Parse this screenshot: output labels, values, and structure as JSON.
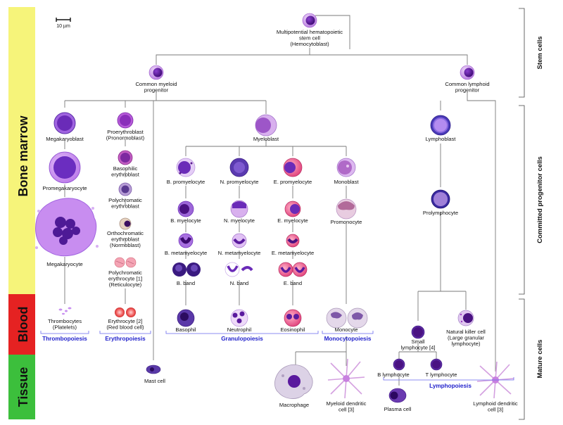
{
  "scale_bar": "10 µm",
  "bands": {
    "marrow": "Bone marrow",
    "blood": "Blood",
    "tissue": "Tissue"
  },
  "stages": {
    "stem": "Stem cells",
    "committed": "Committed progenitor cells",
    "mature": "Mature cells"
  },
  "labels": {
    "hsc": [
      "Multipotential hematopoietic",
      "stem cell",
      "(Hemocytoblast)"
    ],
    "cmp": [
      "Common myeloid",
      "progenitor"
    ],
    "clp": [
      "Common lymphoid",
      "progenitor"
    ],
    "megakaryoblast": [
      "Megakaryoblast"
    ],
    "promegakaryocyte": [
      "Promegakaryocyte"
    ],
    "megakaryocyte": [
      "Megakaryocyte"
    ],
    "thrombocytes": [
      "Thrombocytes",
      "(Platelets)"
    ],
    "proerythroblast": [
      "Proerythroblast",
      "(Pronormoblast)"
    ],
    "basophilic_erythroblast": [
      "Basophilic",
      "erythroblast"
    ],
    "polychromatic_erythroblast": [
      "Polychromatic",
      "erythroblast"
    ],
    "orthochromatic": [
      "Orthochromatic",
      "erythroblast",
      "(Normoblast)"
    ],
    "reticulocyte": [
      "Polychromatic",
      "erythrocyte [1]",
      "(Reticulocyte)"
    ],
    "erythrocyte": [
      "Erythrocyte [2]",
      "(Red blood cell)"
    ],
    "myeloblast": [
      "Myeloblast"
    ],
    "b_promyelocyte": [
      "B. promyelocyte"
    ],
    "n_promyelocyte": [
      "N. promyelocyte"
    ],
    "e_promyelocyte": [
      "E. promyelocyte"
    ],
    "monoblast": [
      "Monoblast"
    ],
    "b_myelocyte": [
      "B. myelocyte"
    ],
    "n_myelocyte": [
      "N. myelocyte"
    ],
    "e_myelocyte": [
      "E. myelocyte"
    ],
    "promonocyte": [
      "Promonocyte"
    ],
    "b_metamyelocyte": [
      "B. metamyelocyte"
    ],
    "n_metamyelocyte": [
      "N. metamyelocyte"
    ],
    "e_metamyelocyte": [
      "E. metamyelocyte"
    ],
    "b_band": [
      "B. band"
    ],
    "n_band": [
      "N. band"
    ],
    "e_band": [
      "E. band"
    ],
    "basophil": [
      "Basophil"
    ],
    "neutrophil": [
      "Neutrophil"
    ],
    "eosinophil": [
      "Eosinophil"
    ],
    "monocyte": [
      "Monocyte"
    ],
    "lymphoblast": [
      "Lymphoblast"
    ],
    "prolymphocyte": [
      "Prolymphocyte"
    ],
    "small_lymphocyte": [
      "Small",
      "lymphocyte [4]"
    ],
    "nk_cell": [
      "Natural killer cell",
      "(Large granular",
      "lymphocyte)"
    ],
    "b_lymphocyte": [
      "B lymphocyte"
    ],
    "t_lymphocyte": [
      "T lymphocyte"
    ],
    "plasma_cell": [
      "Plasma cell"
    ],
    "mast_cell": [
      "Mast cell"
    ],
    "macrophage": [
      "Macrophage"
    ],
    "myeloid_dc": [
      "Myeloid dendritic",
      "cell [3]"
    ],
    "lymphoid_dc": [
      "Lymphoid dendritic",
      "cell [3]"
    ]
  },
  "processes": {
    "thrombopoiesis": "Thrombopoiesis",
    "erythropoiesis": "Erythropoiesis",
    "granulopoiesis": "Granulopoiesis",
    "monocytopoiesis": "Monocytopoiesis",
    "lymphopoiesis": "Lymphopoiesis"
  },
  "colors": {
    "marrow": "#f6f47a",
    "blood": "#e52222",
    "tissue": "#3cbf3c",
    "cell_light": "#d9b3ee",
    "cell_mid": "#b36be0",
    "nucleus": "#4a0f82",
    "process": "#2222cc"
  }
}
